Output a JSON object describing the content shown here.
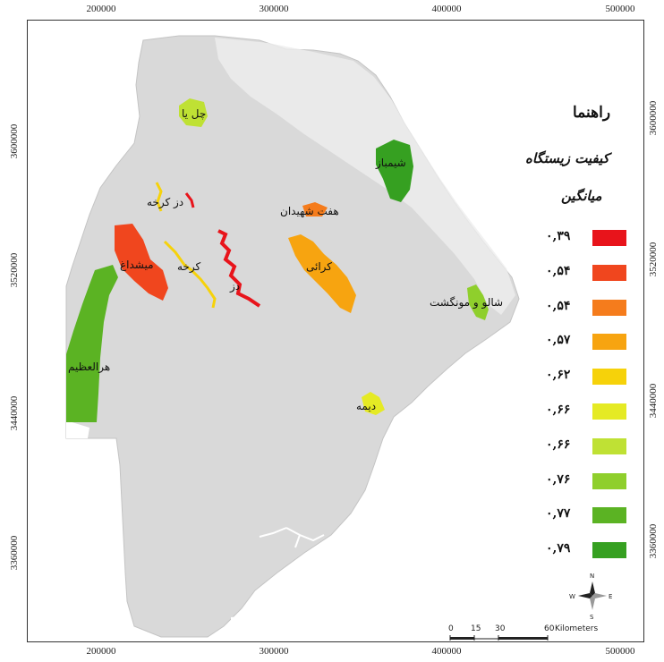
{
  "axes": {
    "top_ticks": [
      "200000",
      "300000",
      "400000",
      "500000"
    ],
    "bottom_ticks": [
      "200000",
      "300000",
      "400000",
      "500000"
    ],
    "left_ticks": [
      "3600000",
      "3520000",
      "3440000",
      "3360000"
    ],
    "right_ticks": [
      "3600000",
      "3520000",
      "3440000",
      "3360000"
    ]
  },
  "legend": {
    "title": "راهنما",
    "subtitle": "کیفیت زیستگاه",
    "mean_label": "میانگین",
    "items": [
      {
        "value": "۰,۳۹",
        "color": "#e8141b"
      },
      {
        "value": "۰,۵۴",
        "color": "#f0461e"
      },
      {
        "value": "۰,۵۴",
        "color": "#f57c1c"
      },
      {
        "value": "۰,۵۷",
        "color": "#f7a410"
      },
      {
        "value": "۰,۶۲",
        "color": "#f6d20a"
      },
      {
        "value": "۰,۶۶",
        "color": "#e5ea24"
      },
      {
        "value": "۰,۶۶",
        "color": "#bfe134"
      },
      {
        "value": "۰,۷۶",
        "color": "#8fcf2c"
      },
      {
        "value": "۰,۷۷",
        "color": "#5bb323"
      },
      {
        "value": "۰,۷۹",
        "color": "#36a021"
      }
    ]
  },
  "places": [
    {
      "name": "چل یا"
    },
    {
      "name": "شیمباز"
    },
    {
      "name": "دز کرخه"
    },
    {
      "name": "هفت شهیدان"
    },
    {
      "name": "میشداغ"
    },
    {
      "name": "کرخه"
    },
    {
      "name": "دز"
    },
    {
      "name": "کرائی"
    },
    {
      "name": "شالو و مونگشت"
    },
    {
      "name": "هرالعظیم"
    },
    {
      "name": "دیمه"
    }
  ],
  "scale_bar": {
    "labels": [
      "0",
      "15",
      "30",
      "60"
    ],
    "unit": "Kilometers"
  },
  "north_arrow": {
    "labels": [
      "N",
      "E",
      "S",
      "W"
    ]
  }
}
